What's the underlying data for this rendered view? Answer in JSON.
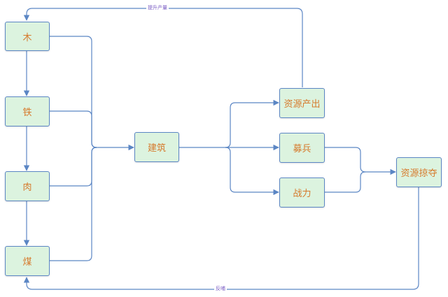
{
  "nodes": {
    "wood": "木",
    "iron": "铁",
    "meat": "肉",
    "coal": "煤",
    "building": "建筑",
    "resource_output": "资源产出",
    "recruit": "募兵",
    "combat_power": "战力",
    "resource_plunder": "资源掠夺"
  },
  "edge_labels": {
    "increase_output": "提升产量",
    "feedback": "反哺"
  },
  "colors": {
    "node_fill": "#dcf3df",
    "node_border": "#5b86c4",
    "node_text": "#d67a2c",
    "edge": "#5b86c4",
    "edge_label": "#7a5cc4"
  }
}
